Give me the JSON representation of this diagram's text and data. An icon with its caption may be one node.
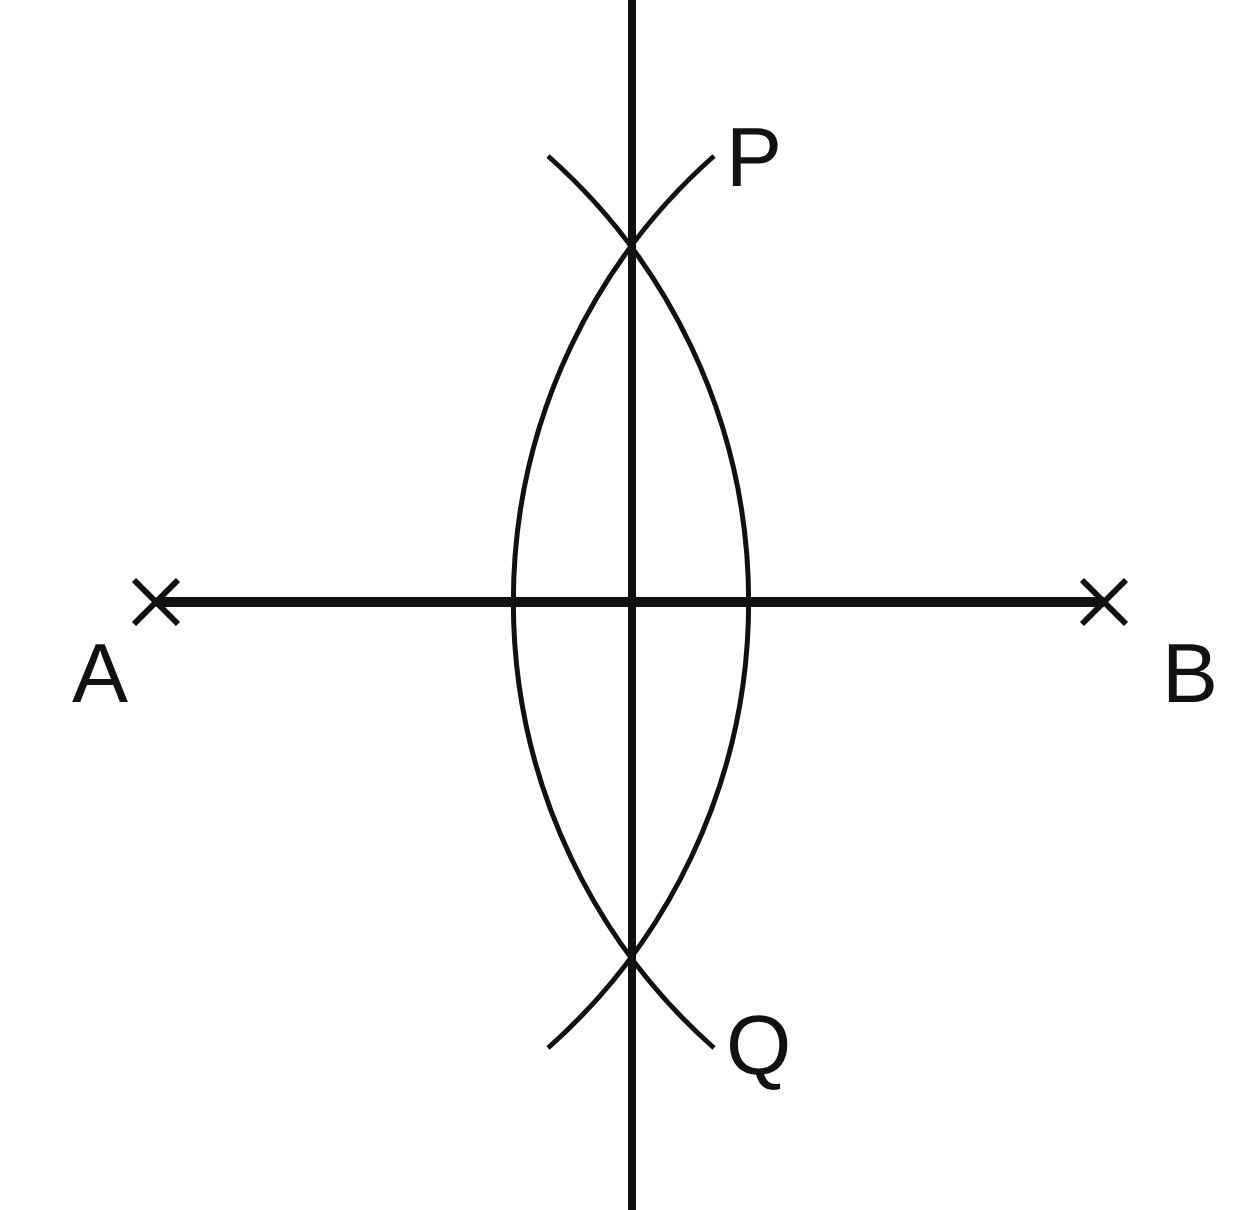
{
  "diagram": {
    "labels": [
      "P",
      "A",
      "B",
      "Q"
    ]
  }
}
